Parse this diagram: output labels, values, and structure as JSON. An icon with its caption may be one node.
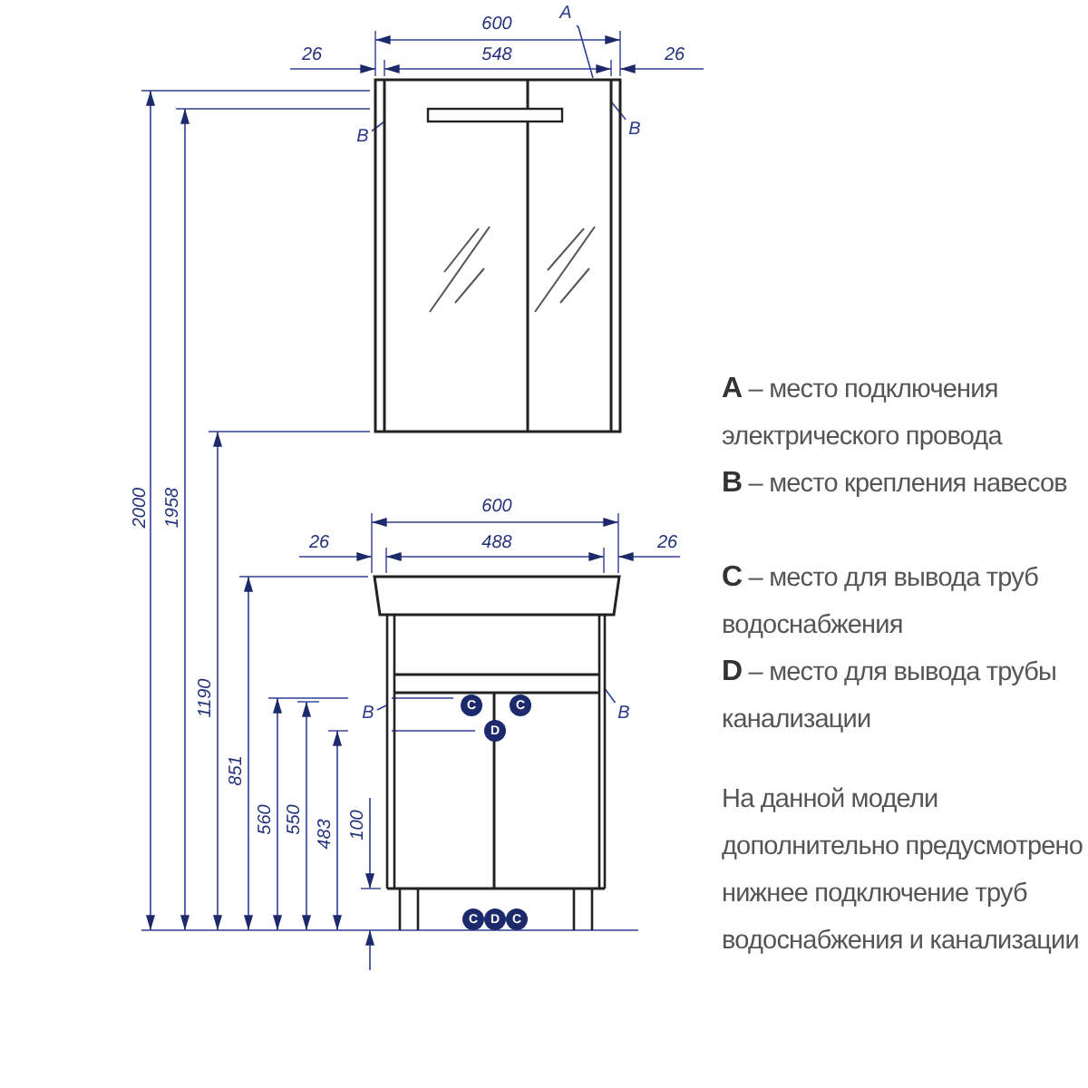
{
  "diagram": {
    "nodes": [
      {
        "text": [
          "A"
        ]
      },
      {
        "text": [
          "B"
        ]
      },
      {
        "text": [
          "B"
        ]
      },
      {
        "text": [
          "C"
        ],
        "in": 12
      },
      {
        "text": [
          "C"
        ],
        "in": 12
      },
      {
        "text": [
          "D"
        ],
        "in": 12
      },
      {
        "text": [
          "B"
        ]
      },
      {
        "text": [
          "B"
        ]
      },
      {
        "text": [
          "C"
        ],
        "in": 12
      },
      {
        "text": [
          "D"
        ],
        "in": 12
      },
      {
        "text": [
          "C"
        ],
        "in": 12
      },
      {
        "text": [],
        "shape": "picture"
      },
      {
        "text": [],
        "shape": "picture"
      }
    ],
    "edges": [
      {
        "from": 0,
        "to": 11,
        "arrow": "none"
      },
      {
        "from": 1,
        "to": 11,
        "arrow": "none"
      },
      {
        "from": 2,
        "to": 11,
        "arrow": "none"
      },
      {
        "from": 6,
        "to": 12,
        "arrow": "none"
      },
      {
        "from": 7,
        "to": 12,
        "arrow": "none"
      }
    ],
    "labels": [
      "600",
      "26",
      "548",
      "26",
      "2000",
      "1958",
      "600",
      "26",
      "488",
      "26",
      "1190",
      "851",
      "560",
      "550",
      "483",
      "100",
      "**A** – место подключения электрического провода",
      "**B** – место крепления навесов",
      "**C** – место для вывода труб водоснабжения",
      "**D** – место для вывода трубы канализации",
      "На данной модели дополнительно предусмотрено нижнее подключение труб водоснабжения и канализации"
    ]
  }
}
